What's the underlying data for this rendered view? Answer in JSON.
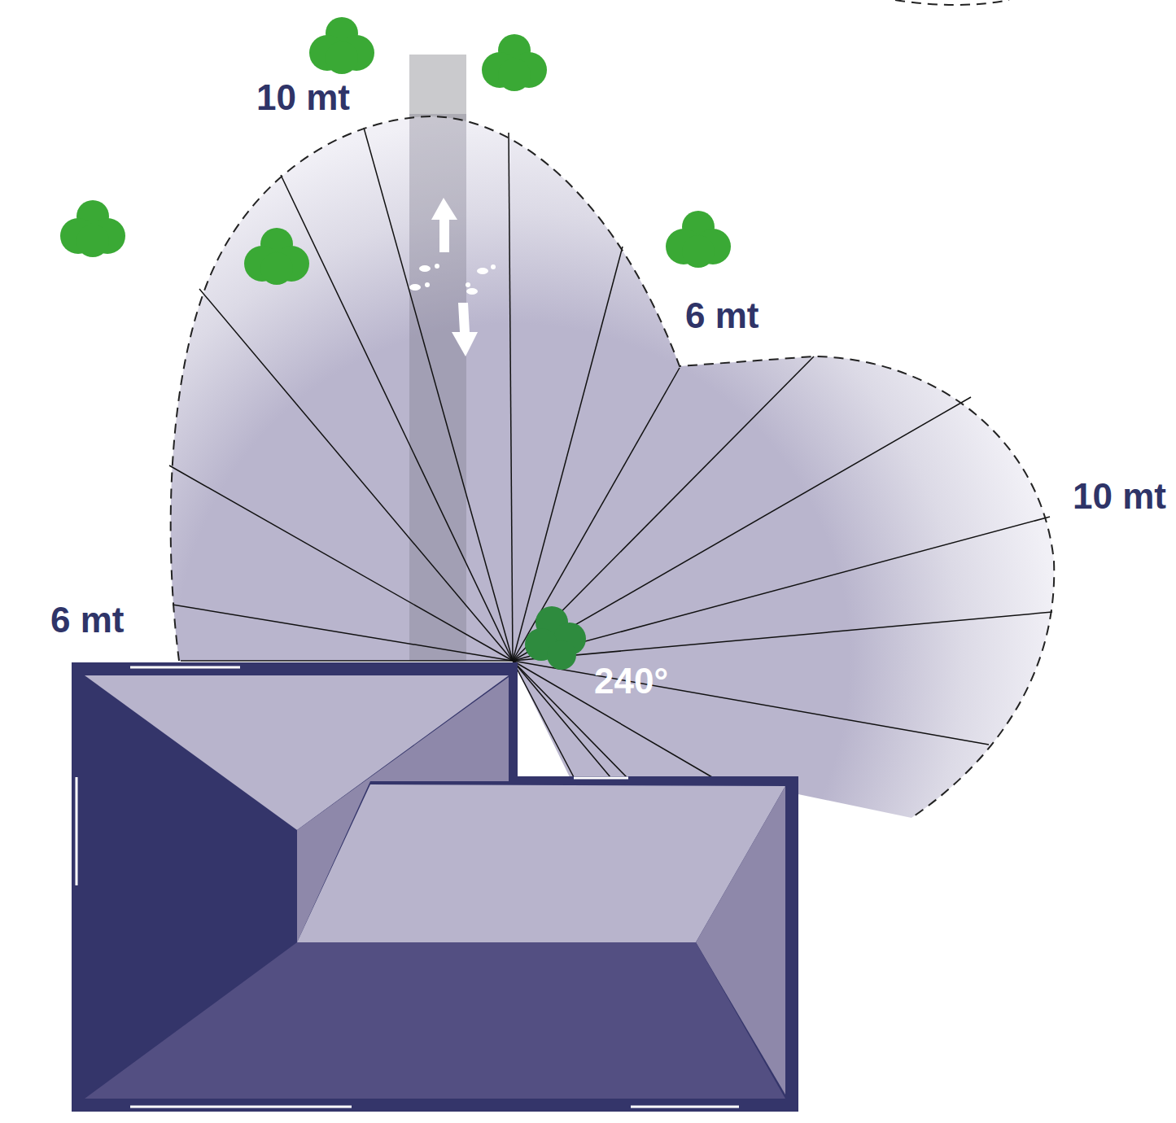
{
  "diagram": {
    "labels": [
      "10 mt",
      "6 mt",
      "10 mt",
      "6 mt",
      "240°"
    ]
  }
}
